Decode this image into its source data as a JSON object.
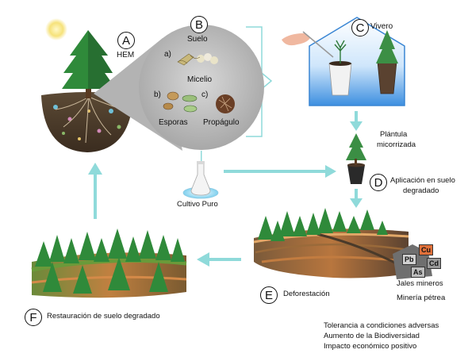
{
  "labels": {
    "A": "A",
    "B": "B",
    "C": "C",
    "D": "D",
    "E": "E",
    "F": "F"
  },
  "text": {
    "hem": "HEM",
    "suelo": "Suelo",
    "a": "a)",
    "micelio": "Micelio",
    "b": "b)",
    "c": "c)",
    "esporas": "Esporas",
    "propagulo": "Propágulo",
    "vivero": "Vivero",
    "plantula": "Plántula",
    "micorrizada": "micorrizada",
    "aplicacion": "Aplicación en suelo",
    "degradado": "degradado",
    "cultivo": "Cultivo Puro",
    "deforestacion": "Deforestación",
    "jales": "Jales mineros",
    "mineria": "Minería pétrea",
    "restauracion": "Restauración de suelo degradado",
    "benefit1": "Tolerancia a condiciones adversas",
    "benefit2": "Aumento de la Biodiversidad",
    "benefit3": "Impacto económico positivo"
  },
  "metals": {
    "cu": "Cu",
    "pb": "Pb",
    "cd": "Cd",
    "as": "As"
  },
  "colors": {
    "arrow": "#7fd6d6",
    "greenhouse": "#4a98e0",
    "tree": "#2f8a3a",
    "soil": "#5a4632"
  }
}
